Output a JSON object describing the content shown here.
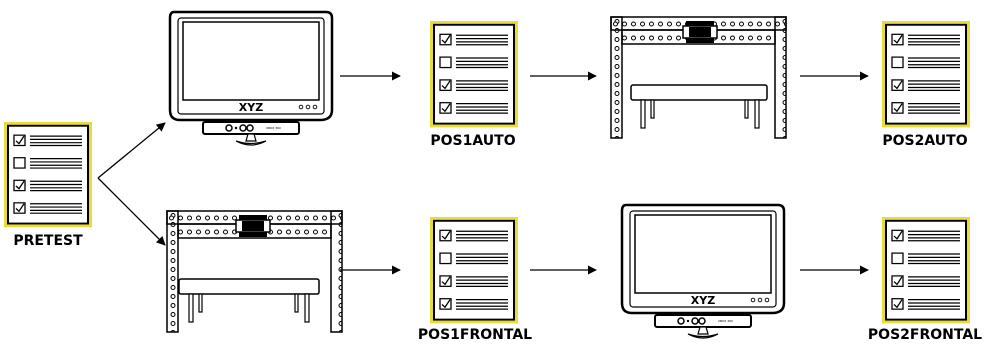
{
  "checklist_labels": {
    "pretest": "PRETEST",
    "pos1auto": "POS1AUTO",
    "pos2auto": "POS2AUTO",
    "pos1frontal": "POS1FRONTAL",
    "pos2frontal": "POS2FRONTAL"
  },
  "monitor": {
    "brand": "XYZ",
    "sensor_text": "XBOX 360"
  },
  "colors": {
    "checklist_border": "#e8dc3a",
    "stroke": "#000000",
    "background": "#ffffff"
  },
  "icons": {
    "checklist": "checklist-icon",
    "monitor": "monitor-with-kinect-icon",
    "rig": "camera-rig-over-table-icon",
    "arrow": "arrow-icon"
  }
}
